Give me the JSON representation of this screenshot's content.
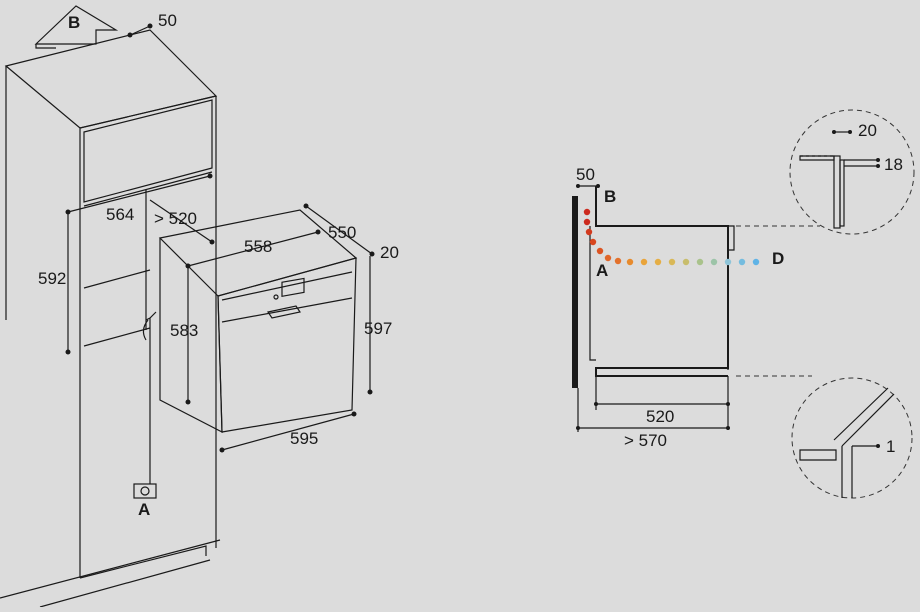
{
  "left_view": {
    "arrow_label": "B",
    "dim_top": "50",
    "dim_niche_width": "564",
    "dim_depth_min": "> 520",
    "dim_niche_height": "592",
    "dim_appliance_width_top": "558",
    "dim_appliance_depth": "550",
    "dim_front_thickness": "20",
    "dim_appliance_height": "583",
    "dim_front_height": "597",
    "dim_front_width": "595",
    "socket_label": "A"
  },
  "right_view": {
    "dim_top": "50",
    "label_b": "B",
    "label_a": "A",
    "label_d": "D",
    "dim_depth": "520",
    "dim_depth_min": "> 570",
    "airflow_colors": [
      "#cc2a1e",
      "#d8461e",
      "#e0662a",
      "#e78a2c",
      "#e9a43a",
      "#d9b857",
      "#a9c28b",
      "#8ec4d8",
      "#5fb3e6"
    ]
  },
  "detail_top": {
    "dim_20": "20",
    "dim_18": "18"
  },
  "detail_bottom": {
    "dim_1": "1"
  }
}
